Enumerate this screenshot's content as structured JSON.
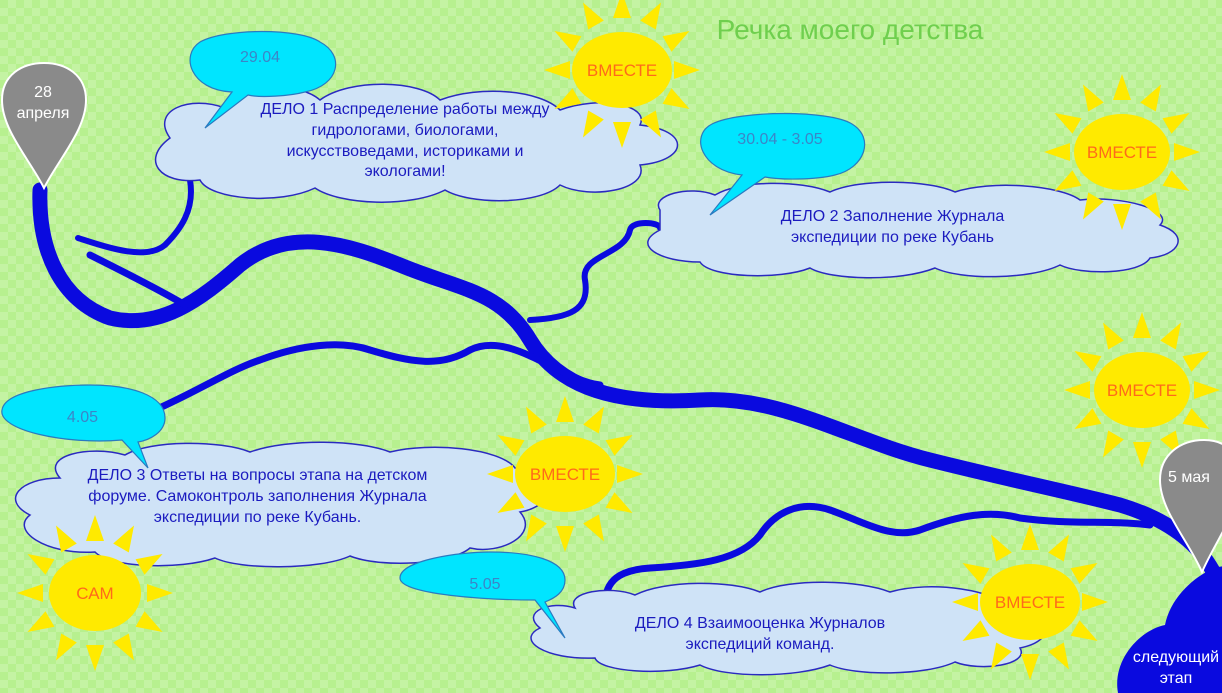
{
  "title": "Речка моего детства",
  "pins": [
    {
      "label": "28 апреля"
    },
    {
      "label": "5 мая"
    }
  ],
  "tasks": [
    {
      "date": "29.04",
      "text": "ДЕЛО 1 Распределение работы между гидрологами, биологами, искусствоведами, историками и экологами!"
    },
    {
      "date": "30.04 - 3.05",
      "text": "ДЕЛО 2 Заполнение Журнала экспедиции по реке Кубань"
    },
    {
      "date": "4.05",
      "text": "ДЕЛО 3 Ответы на вопросы этапа на детском форуме. Самоконтроль заполнения Журнала экспедиции по реке Кубань."
    },
    {
      "date": "5.05",
      "text": "ДЕЛО 4 Взаимооценка Журналов экспедиций команд."
    }
  ],
  "suns": [
    {
      "label": "ВМЕСТЕ"
    },
    {
      "label": "ВМЕСТЕ"
    },
    {
      "label": "ВМЕСТЕ"
    },
    {
      "label": "ВМЕСТЕ"
    },
    {
      "label": "ВМЕСТЕ"
    },
    {
      "label": "САМ"
    }
  ],
  "next_stage": "следующий этап",
  "colors": {
    "river": "#0a0adf",
    "cloud_fill": "#cfe3f7",
    "cloud_stroke": "#2a2ac0",
    "callout_fill": "#00e5ff",
    "sun_fill": "#ffea00",
    "pin_fill": "#8a8a8a",
    "title": "#6fcf4e"
  }
}
